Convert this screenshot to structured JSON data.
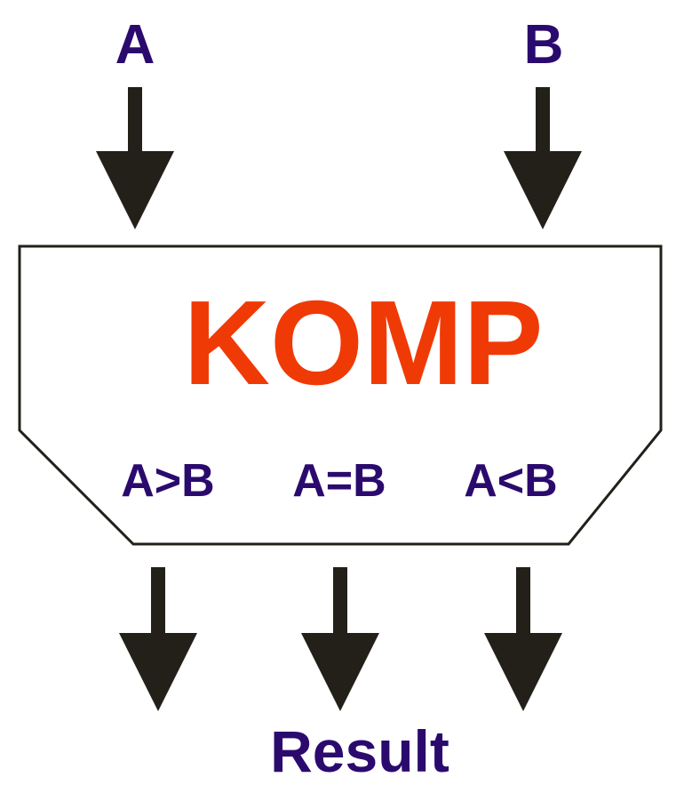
{
  "inputs": {
    "a_label": "A",
    "b_label": "B"
  },
  "block": {
    "title": "KOMP",
    "outputs": [
      {
        "label": "A>B"
      },
      {
        "label": "A=B"
      },
      {
        "label": "A<B"
      }
    ]
  },
  "result_label": "Result",
  "colors": {
    "label_text": "#2b0a6e",
    "title_text": "#f03a06",
    "arrow": "#222019",
    "block_stroke": "#222019",
    "block_fill": "#ffffff",
    "background": "#ffffff"
  }
}
